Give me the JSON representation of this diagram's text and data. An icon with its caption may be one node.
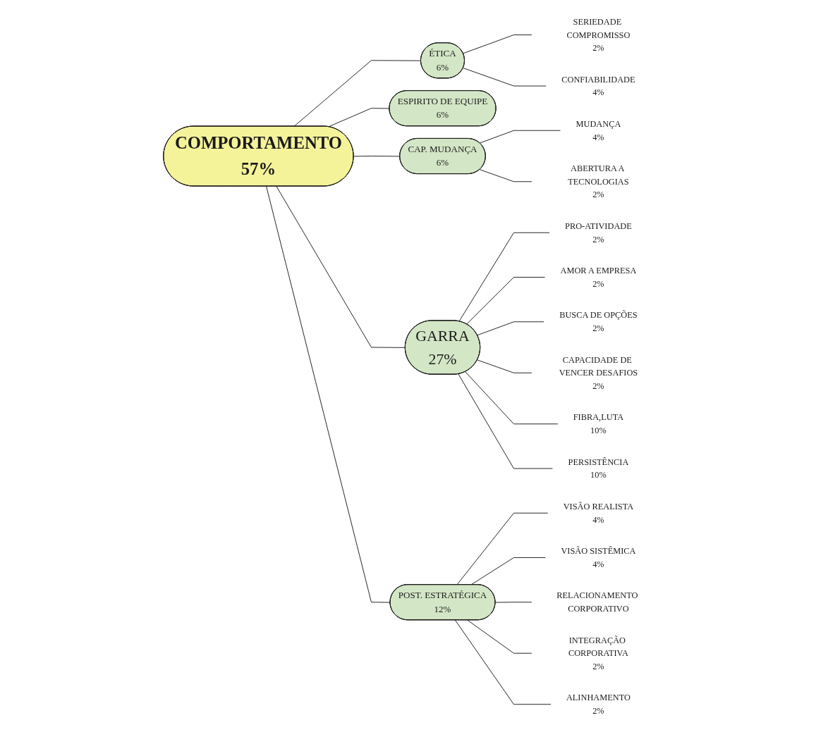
{
  "diagram": {
    "nodes": [
      {
        "text": [
          "COMPORTAMENTO",
          "57%"
        ]
      },
      {
        "text": [
          "ÉTICA",
          "6%"
        ]
      },
      {
        "text": [
          "SERIEDADE COMPROMISSO",
          "2%"
        ]
      },
      {
        "text": [
          "CONFIABILIDADE",
          "4%"
        ]
      },
      {
        "text": [
          "ESPIRITO DE EQUIPE",
          "6%"
        ]
      },
      {
        "text": [
          "CAP. MUDANÇA",
          "6%"
        ]
      },
      {
        "text": [
          "MUDANÇA",
          "4%"
        ]
      },
      {
        "text": [
          "ABERTURA A TECNOLOGIAS",
          "2%"
        ]
      },
      {
        "text": [
          "GARRA",
          "27%"
        ]
      },
      {
        "text": [
          "PRO-ATIVIDADE",
          "2%"
        ]
      },
      {
        "text": [
          "AMOR A EMPRESA",
          "2%"
        ]
      },
      {
        "text": [
          "BUSCA DE OPÇÕES",
          "2%"
        ]
      },
      {
        "text": [
          "CAPACIDADE DE VENCER DESAFIOS",
          "2%"
        ]
      },
      {
        "text": [
          "FIBRA,LUTA",
          "10%"
        ]
      },
      {
        "text": [
          "PERSISTÊNCIA",
          "10%"
        ]
      },
      {
        "text": [
          "POST. ESTRATÉGICA",
          "12%"
        ]
      },
      {
        "text": [
          "VISÃO REALISTA",
          "4%"
        ]
      },
      {
        "text": [
          "VISÃO SISTÊMICA",
          "4%"
        ]
      },
      {
        "text": [
          "RELACIONAMENTO CORPORATIVO"
        ]
      },
      {
        "text": [
          "INTEGRAÇÃO CORPORATIVA",
          "2%"
        ]
      },
      {
        "text": [
          "ALINHAMENTO",
          "2%"
        ]
      }
    ],
    "edges": [
      {
        "from": 0,
        "to": 1,
        "arrow": "none"
      },
      {
        "from": 1,
        "to": 2,
        "arrow": "none"
      },
      {
        "from": 1,
        "to": 3,
        "arrow": "none"
      },
      {
        "from": 0,
        "to": 4,
        "arrow": "none"
      },
      {
        "from": 0,
        "to": 5,
        "arrow": "none"
      },
      {
        "from": 5,
        "to": 6,
        "arrow": "none"
      },
      {
        "from": 5,
        "to": 7,
        "arrow": "none"
      },
      {
        "from": 0,
        "to": 8,
        "arrow": "none"
      },
      {
        "from": 8,
        "to": 9,
        "arrow": "none"
      },
      {
        "from": 8,
        "to": 10,
        "arrow": "none"
      },
      {
        "from": 8,
        "to": 11,
        "arrow": "none"
      },
      {
        "from": 8,
        "to": 12,
        "arrow": "none"
      },
      {
        "from": 8,
        "to": 13,
        "arrow": "none"
      },
      {
        "from": 8,
        "to": 14,
        "arrow": "none"
      },
      {
        "from": 0,
        "to": 15,
        "arrow": "none"
      },
      {
        "from": 15,
        "to": 16,
        "arrow": "none"
      },
      {
        "from": 15,
        "to": 17,
        "arrow": "none"
      },
      {
        "from": 15,
        "to": 18,
        "arrow": "none"
      },
      {
        "from": 15,
        "to": 19,
        "arrow": "none"
      },
      {
        "from": 15,
        "to": 20,
        "arrow": "none"
      }
    ]
  }
}
